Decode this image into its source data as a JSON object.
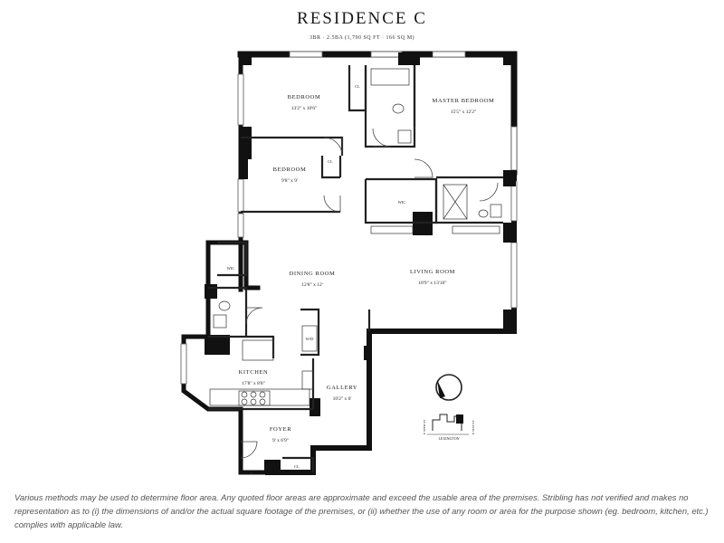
{
  "header": {
    "title": "RESIDENCE C",
    "subtitle": "3BR · 2.5BA (1,790 SQ FT · 166 SQ M)"
  },
  "rooms": {
    "bedroom1": {
      "name": "BEDROOM",
      "dims": "13'2\" x 10'6\""
    },
    "bedroom2": {
      "name": "BEDROOM",
      "dims": "9'8\" x 9'"
    },
    "master": {
      "name": "MASTER BEDROOM",
      "dims": "15'5\" x 12'2\""
    },
    "dining": {
      "name": "DINING ROOM",
      "dims": "12'8\" x 12'"
    },
    "living": {
      "name": "LIVING ROOM",
      "dims": "18'9\" x 13'10\""
    },
    "kitchen": {
      "name": "KITCHEN",
      "dims": "17'8\" x 8'8\""
    },
    "gallery": {
      "name": "GALLERY",
      "dims": "10'2\" x 6'"
    },
    "foyer": {
      "name": "FOYER",
      "dims": "9' x 6'9\""
    }
  },
  "labels": {
    "closet": "CL",
    "walk_in_closet": "WIC",
    "washer_dryer": "W/D",
    "entry_mark": "▲"
  },
  "key_plan": {
    "street": "LEXINGTON",
    "side_left": "E 80TH ST",
    "side_right": "E 81ST ST"
  },
  "disclaimer": "Various methods may be used to determine floor area. Any quoted floor areas are approximate and exceed the usable area of the premises. Stribling has not verified and makes no representation as to (i) the dimensions of and/or the actual square footage of the premises, or (ii) whether the use of any room or area for the purpose shown (eg. bedroom, kitchen, etc.) complies with applicable law."
}
